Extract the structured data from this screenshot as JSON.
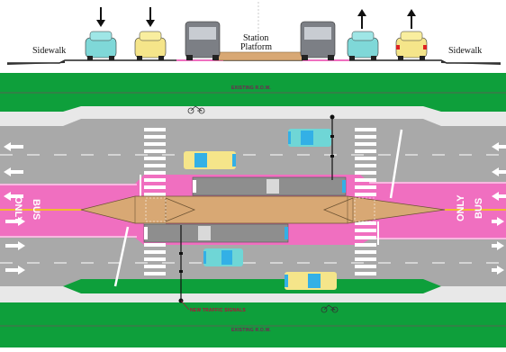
{
  "cross_section": {
    "sidewalk_left": "Sidewalk",
    "sidewalk_right": "Sidewalk",
    "station_label_line1": "Station",
    "station_label_line2": "Platform"
  },
  "plan": {
    "existing_row_top": "EXISTING R.O.W.",
    "existing_row_bottom": "EXISTING R.O.W.",
    "new_signals": "NEW TRAFFIC SIGNALS",
    "bus_only_left": "BUS ONLY",
    "bus_only_right": "ONLY BUS"
  },
  "colors": {
    "grass": "#0e9f3b",
    "pavement": "#a9a9a9",
    "bus_lane": "#f06fc0",
    "platform": "#d8a874",
    "curb": "#e6e6e6"
  },
  "icons": {
    "bike_top": "bicycle-icon",
    "bike_bottom": "bicycle-icon",
    "arrows": "lane-arrow-icon"
  }
}
